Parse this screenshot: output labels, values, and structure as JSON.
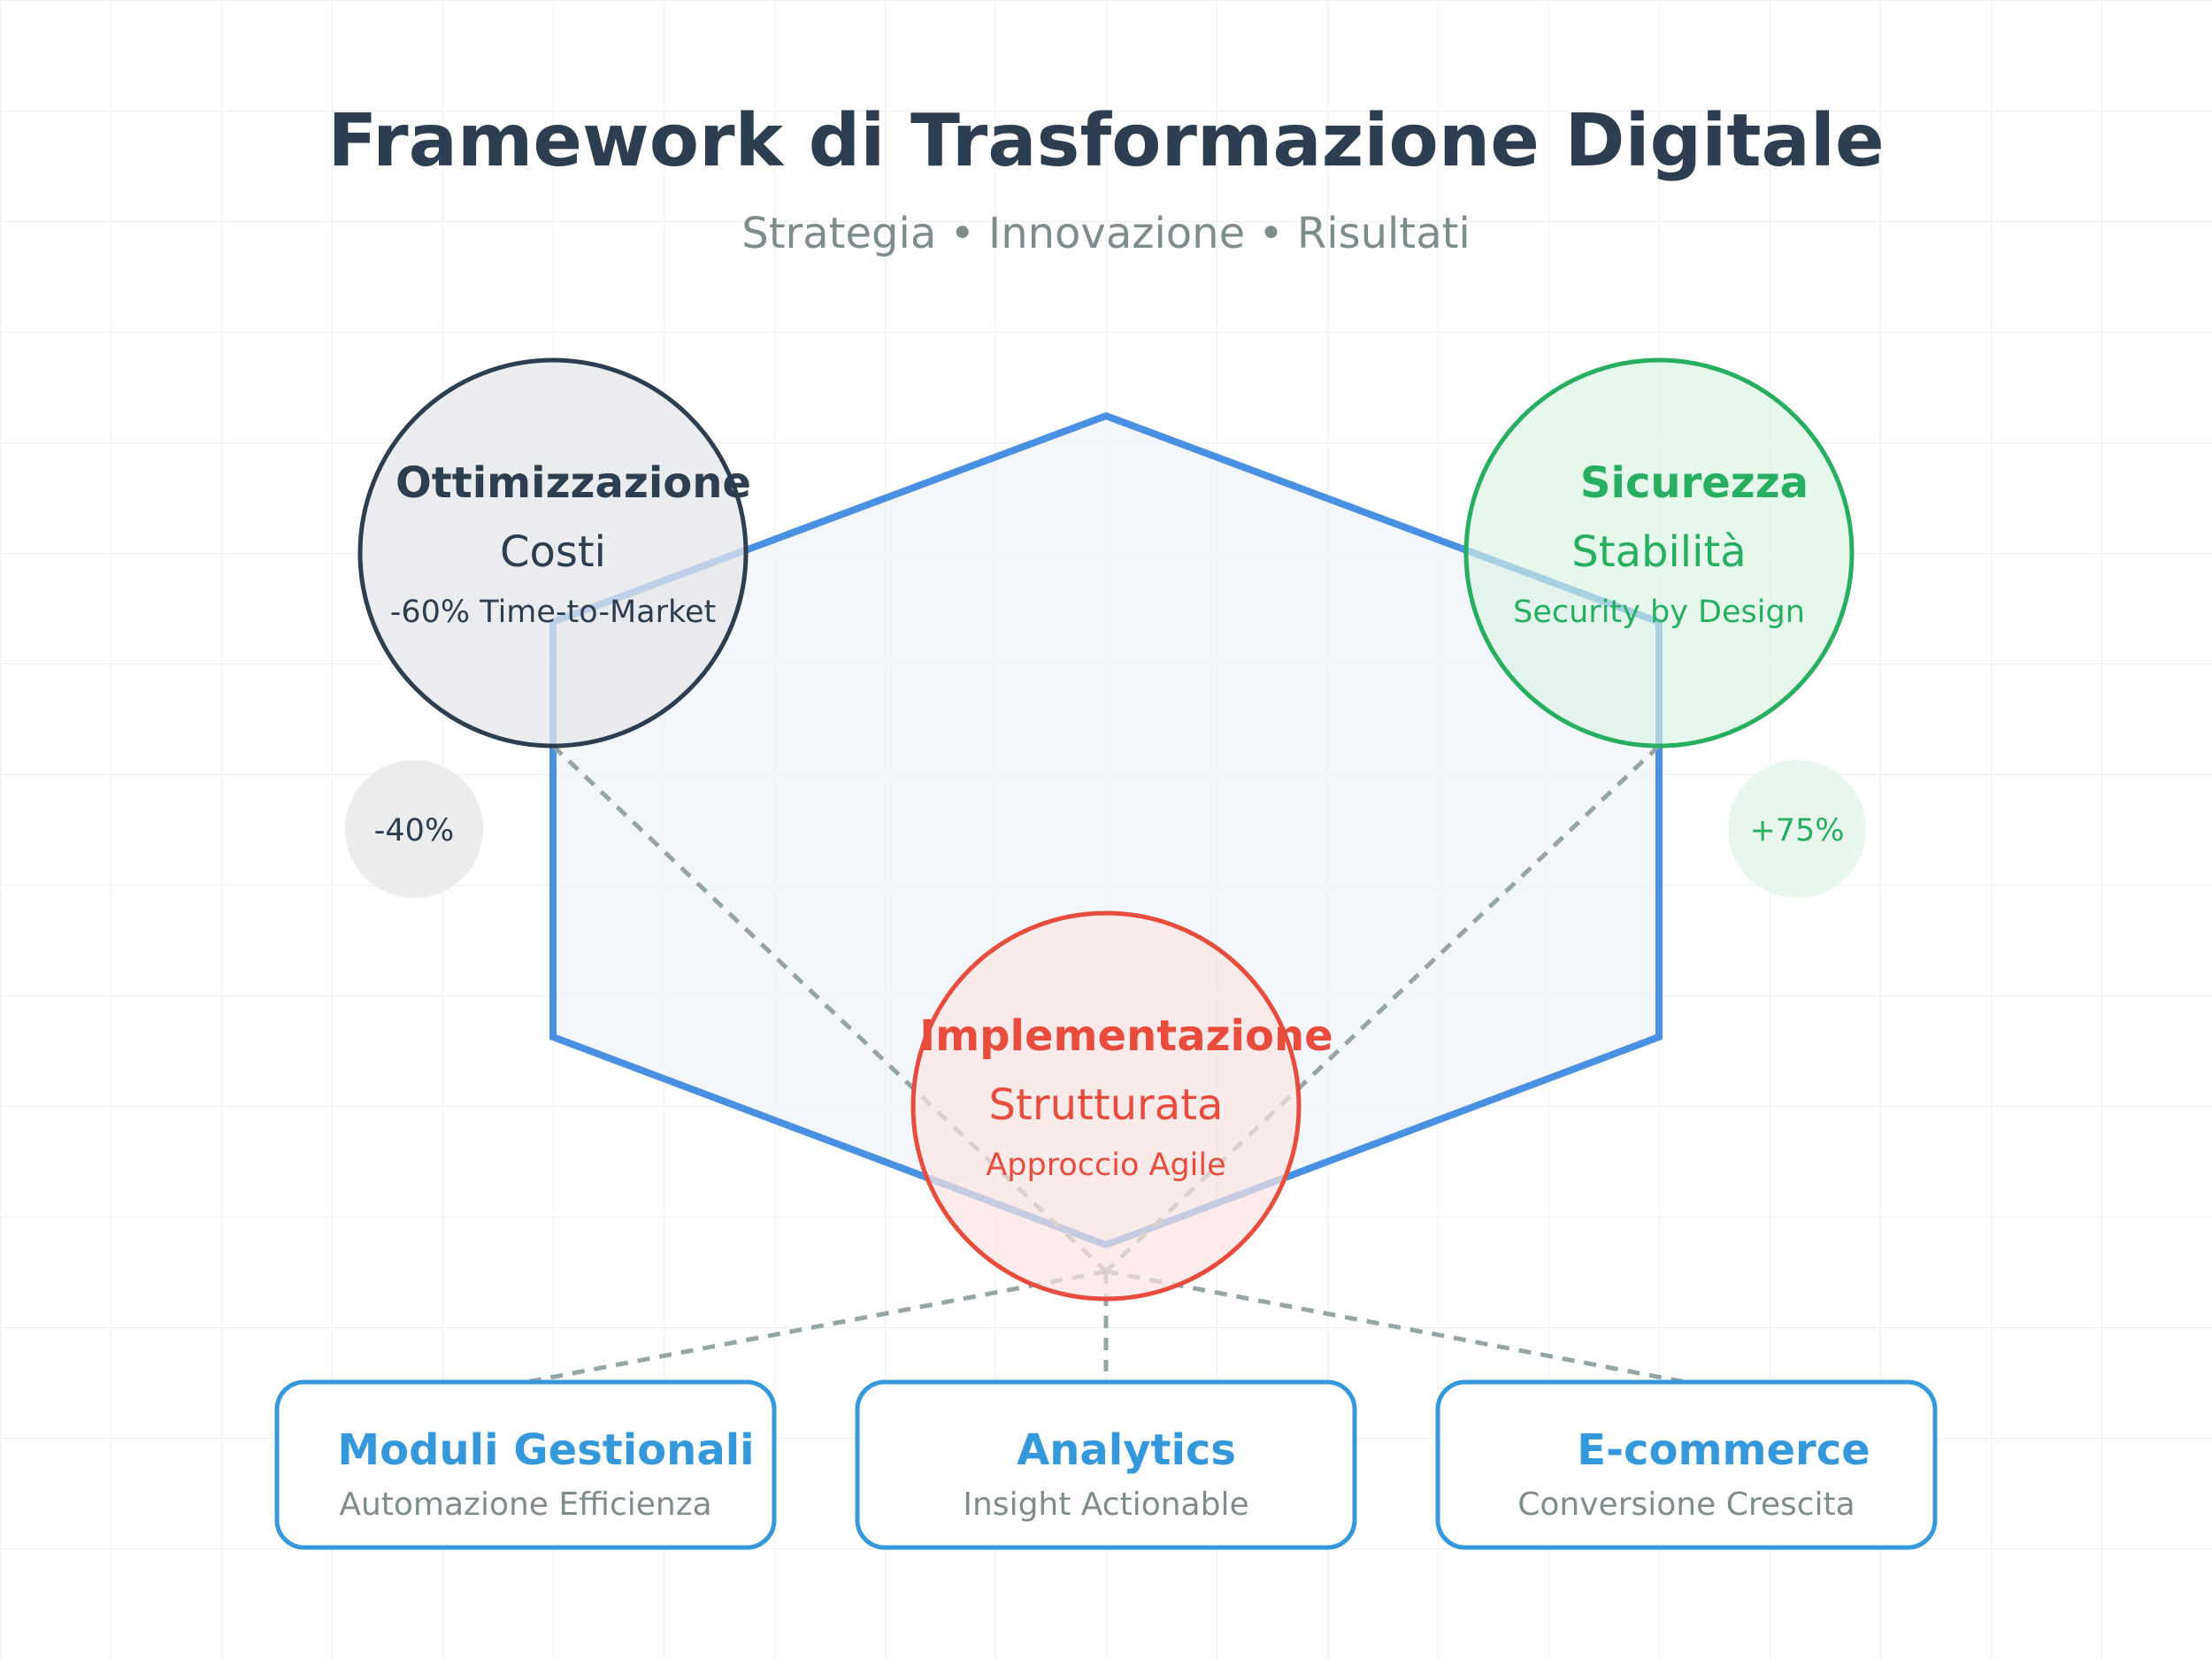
{
  "header": {
    "title": "Framework di Trasformazione Digitale",
    "subtitle": "Strategia • Innovazione • Risultati"
  },
  "nodes": {
    "ottimizzazione": {
      "title": "Ottimizzazione",
      "subtitle": "Costi",
      "metric": "-60% Time-to-Market",
      "badge": "-40%",
      "color": "#2c3e50"
    },
    "sicurezza": {
      "title": "Sicurezza",
      "subtitle": "Stabilità",
      "metric": "Security by Design",
      "badge": "+75%",
      "color": "#27ae60"
    },
    "implementazione": {
      "title": "Implementazione",
      "subtitle": "Strutturata",
      "metric": "Approccio Agile",
      "color": "#e74c3c"
    }
  },
  "modules": [
    {
      "title": "Moduli Gestionali",
      "subtitle": "Automazione Efficienza"
    },
    {
      "title": "Analytics",
      "subtitle": "Insight Actionable"
    },
    {
      "title": "E-commerce",
      "subtitle": "Conversione Crescita"
    }
  ],
  "colors": {
    "title": "#2c3e50",
    "subtitle": "#7f8c8d",
    "hexagon": "#4a90e2",
    "module": "#3498db",
    "connector": "#95a5a6"
  }
}
